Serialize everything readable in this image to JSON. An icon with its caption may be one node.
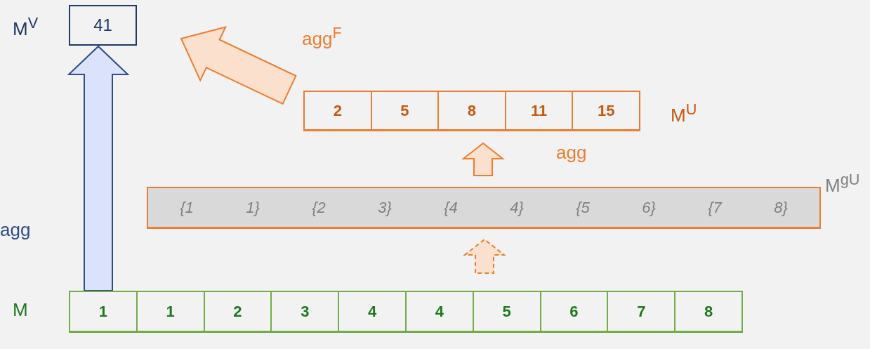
{
  "diagram": {
    "nodes": [
      {
        "text": [
          "41"
        ],
        "beside": [
          "M$^{V}$"
        ]
      },
      {
        "text": [],
        "shape": "box",
        "beside": [
          "M$^{U}$"
        ]
      },
      {
        "text": [
          "2"
        ],
        "in": 1
      },
      {
        "text": [
          "5"
        ],
        "in": 1
      },
      {
        "text": [
          "8"
        ],
        "in": 1
      },
      {
        "text": [
          "11"
        ],
        "in": 1
      },
      {
        "text": [
          "15"
        ],
        "in": 1
      },
      {
        "text": [
          "{1",
          "1}",
          "{2",
          "3}",
          "{4",
          "4}",
          "{5",
          "6}",
          "{7",
          "8}"
        ],
        "beside": [
          "M$^{gU}$"
        ]
      },
      {
        "text": [],
        "shape": "box",
        "beside": [
          "M"
        ]
      },
      {
        "text": [
          "1"
        ],
        "in": 8
      },
      {
        "text": [
          "1"
        ],
        "in": 8
      },
      {
        "text": [
          "2"
        ],
        "in": 8
      },
      {
        "text": [
          "3"
        ],
        "in": 8
      },
      {
        "text": [
          "4"
        ],
        "in": 8
      },
      {
        "text": [
          "4"
        ],
        "in": 8
      },
      {
        "text": [
          "5"
        ],
        "in": 8
      },
      {
        "text": [
          "6"
        ],
        "in": 8
      },
      {
        "text": [
          "7"
        ],
        "in": 8
      },
      {
        "text": [
          "8"
        ],
        "in": 8
      }
    ],
    "edges": [
      {
        "from": 8,
        "to": 0,
        "arrow": "to",
        "label": "agg",
        "color": "#2f4b8a"
      },
      {
        "from": 1,
        "to": 0,
        "arrow": "to",
        "label": "agg$^{F}$"
      },
      {
        "from": 7,
        "to": 1,
        "arrow": "to",
        "label": "agg"
      },
      {
        "from": 8,
        "to": 7,
        "arrow": "to",
        "style": "dashed"
      }
    ]
  }
}
